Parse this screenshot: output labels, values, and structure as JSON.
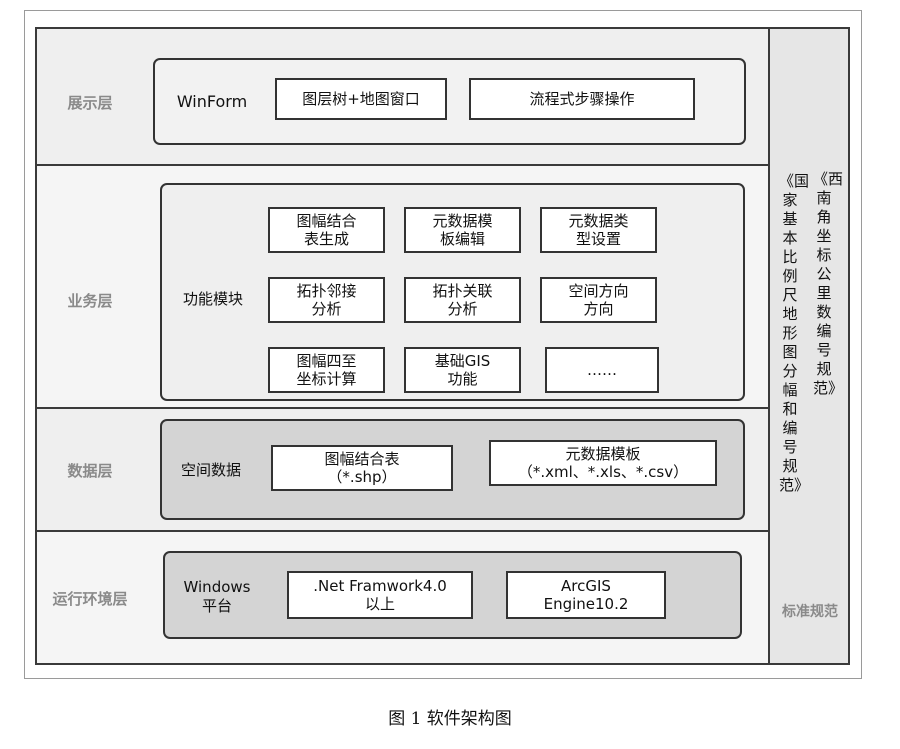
{
  "diagram": {
    "caption": "图 1   软件架构图",
    "layers": {
      "presentation": {
        "label": "展示层",
        "framework": "WinForm",
        "items": [
          "图层树+地图窗口",
          "流程式步骤操作"
        ]
      },
      "business": {
        "label": "业务层",
        "module_label": "功能模块",
        "items": [
          "图幅结合\n表生成",
          "元数据模\n板编辑",
          "元数据类\n型设置",
          "拓扑邻接\n分析",
          "拓扑关联\n分析",
          "空间方向\n方向",
          "图幅四至\n坐标计算",
          "基础GIS\n功能",
          "……"
        ]
      },
      "data": {
        "label": "数据层",
        "module_label": "空间数据",
        "items": [
          "图幅结合表\n（*.shp）",
          "元数据模板\n（*.xml、*.xls、*.csv）"
        ]
      },
      "runtime": {
        "label": "运行环境层",
        "platform_label": "Windows\n平台",
        "items": [
          ".Net Framwork4.0\n以上",
          "ArcGIS\nEngine10.2"
        ]
      }
    },
    "standards": {
      "label": "标准规范",
      "spec1": "《国家基本比例尺地形图分幅和编号规范》",
      "spec2": "《西南角坐标公里数编号规范》"
    }
  }
}
